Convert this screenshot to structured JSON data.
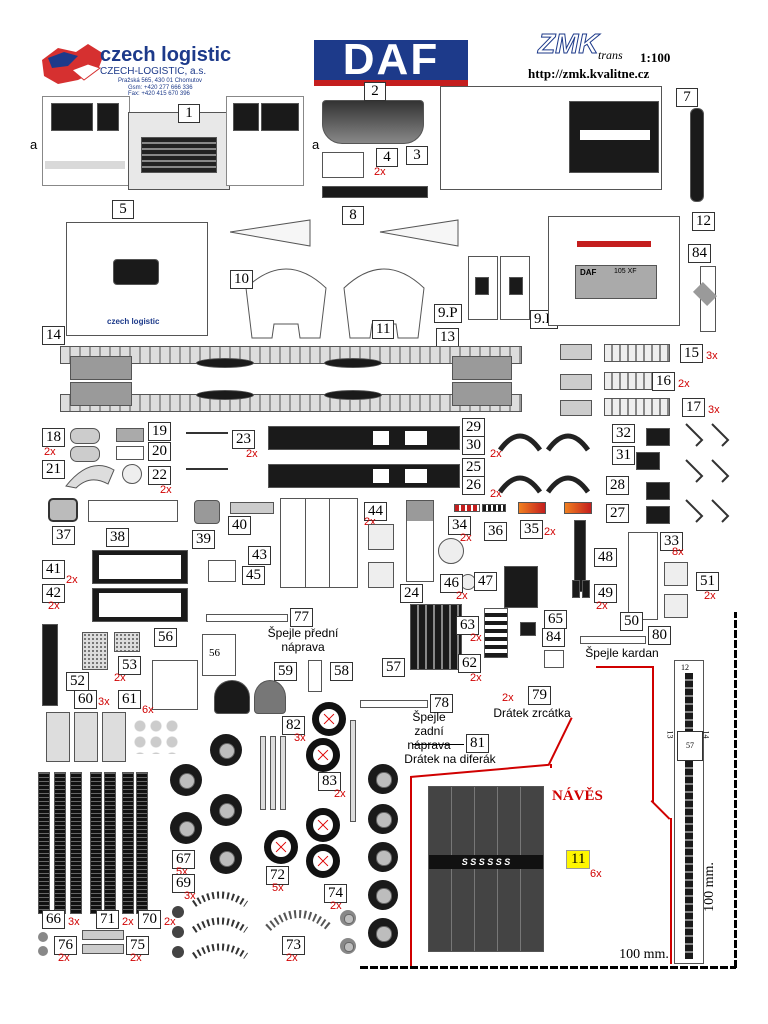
{
  "header": {
    "brand_name": "czech logistic",
    "company": "CZECH-LOGISTIC, a.s.",
    "address": "Pražská 565, 430 01 Chomutov",
    "phone": "Gsm: +420 277 666 336",
    "fax": "Fax: +420 415 670 396",
    "daf_logo": "DAF",
    "zmk_logo": "ZMK",
    "zmk_sub": "trans",
    "scale": "1:100",
    "url": "http://zmk.kvalitne.cz"
  },
  "colors": {
    "daf_blue": "#1d3a8a",
    "daf_red": "#c41e1e",
    "multiplier_red": "#d00000",
    "highlight_yellow": "#fff600"
  },
  "labels": {
    "a_left": "a",
    "a_right": "a",
    "p1": "1",
    "p2": "2",
    "p3": "3",
    "p4": "4",
    "p5": "5",
    "p7": "7",
    "p8": "8",
    "p9p": "9.P",
    "p9l": "9.L",
    "p10": "10",
    "p11": "11",
    "p12": "12",
    "p13": "13",
    "p14": "14",
    "p15": "15",
    "p16": "16",
    "p17": "17",
    "p18": "18",
    "p19": "19",
    "p20": "20",
    "p21": "21",
    "p22": "22",
    "p23": "23",
    "p24": "24",
    "p25": "25",
    "p26": "26",
    "p27": "27",
    "p28": "28",
    "p29": "29",
    "p30": "30",
    "p31": "31",
    "p32": "32",
    "p33": "33",
    "p34": "34",
    "p35": "35",
    "p36": "36",
    "p37": "37",
    "p38": "38",
    "p39": "39",
    "p40": "40",
    "p41": "41",
    "p42": "42",
    "p43": "43",
    "p44": "44",
    "p45": "45",
    "p46": "46",
    "p47": "47",
    "p48": "48",
    "p49": "49",
    "p50": "50",
    "p51": "51",
    "p52": "52",
    "p53": "53",
    "p56": "56",
    "p56b": "56",
    "p57": "57",
    "p58": "58",
    "p59": "59",
    "p60": "60",
    "p61": "61",
    "p62": "62",
    "p63": "63",
    "p65": "65",
    "p66": "66",
    "p67": "67",
    "p69": "69",
    "p70": "70",
    "p71": "71",
    "p72": "72",
    "p73": "73",
    "p74": "74",
    "p75": "75",
    "p76": "76",
    "p77": "77",
    "p78": "78",
    "p79": "79",
    "p80": "80",
    "p81": "81",
    "p82": "82",
    "p83": "83",
    "p84": "84",
    "p84b": "84",
    "p11b": "11",
    "p12b": "12",
    "p13b": "13",
    "p14b": "14",
    "p57b": "57"
  },
  "multipliers": {
    "m4": "2x",
    "m15": "3x",
    "m16": "2x",
    "m17": "3x",
    "m18": "2x",
    "m22": "2x",
    "m23": "2x",
    "m26": "2x",
    "m30": "2x",
    "m33": "8x",
    "m34": "2x",
    "m35": "2x",
    "m41": "2x",
    "m42": "2x",
    "m44": "2x",
    "m46": "2x",
    "m49": "2x",
    "m51": "2x",
    "m53": "2x",
    "m60": "3x",
    "m61": "6x",
    "m62": "2x",
    "m63": "2x",
    "m66": "3x",
    "m67": "5x",
    "m69": "3x",
    "m70": "2x",
    "m71": "2x",
    "m72": "5x",
    "m73": "2x",
    "m74": "2x",
    "m75": "2x",
    "m76": "2x",
    "m79": "2x",
    "m82": "3x",
    "m83": "2x",
    "m11": "6x"
  },
  "captions": {
    "spejle_predni": "Špejle přední náprava",
    "spejle_zadni": "Špejle zadní náprava",
    "dratek_zrcatka": "Drátek zrcátka",
    "dratek_diferak": "Drátek na diferák",
    "spejle_kardan": "Špejle kardan",
    "naves": "NÁVĚS",
    "ruler_h": "100 mm.",
    "ruler_v": "100 mm.",
    "cab_plate": "DAF",
    "cab_model": "105 XF",
    "truck_brand": "czech logistic",
    "trailer_letters": "S S S S S S"
  }
}
